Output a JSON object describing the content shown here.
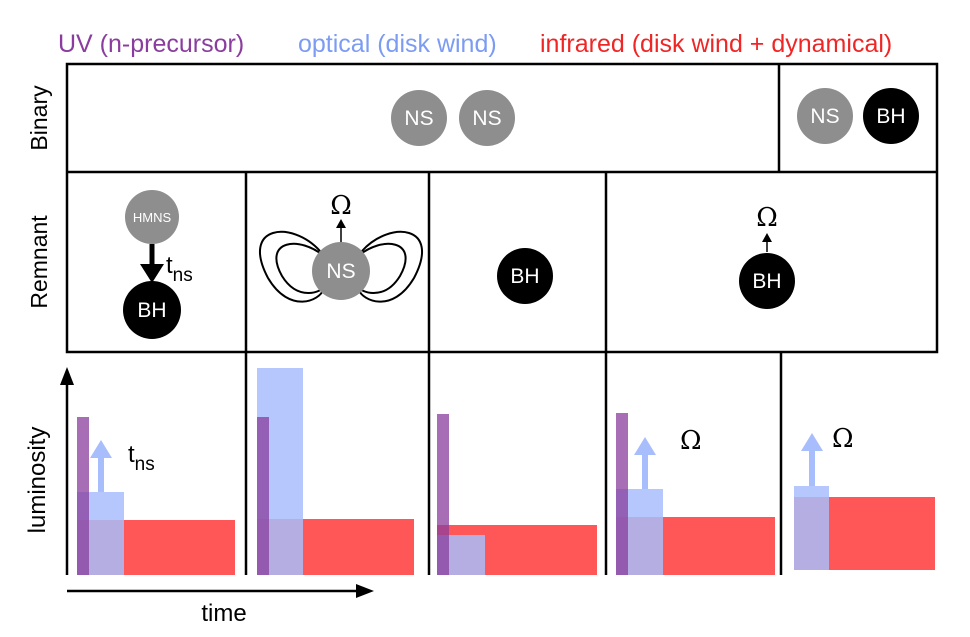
{
  "legend": {
    "uv": "UV (n-precursor)",
    "optical": "optical (disk wind)",
    "infrared": "infrared (disk wind + dynamical)"
  },
  "colors": {
    "uv": "#8a3d9e",
    "optical": "#7c9cf3",
    "infrared": "#ef2626",
    "ns_gray": "#8e8e8e",
    "bh_black": "#000000"
  },
  "rows": {
    "binary": "Binary",
    "remnant": "Remnant"
  },
  "binary": {
    "ns_ns": [
      "NS",
      "NS"
    ],
    "ns_bh": [
      "NS",
      "BH"
    ]
  },
  "remnants": {
    "hmns": "HMNS",
    "hmns_collapse": "BH",
    "t_main": "t",
    "t_sub": "ns",
    "magnetar": "NS",
    "magnetar_omega": "Ω",
    "bh_plain": "BH",
    "bh_spin": "BH",
    "bh_spin_omega": "Ω"
  },
  "axes": {
    "ylabel": "luminosity",
    "xlabel": "time"
  },
  "panels": {
    "p1_t_main": "t",
    "p1_t_sub": "ns",
    "p4_omega": "Ω",
    "p5_omega": "Ω"
  },
  "chart_data": [
    {
      "type": "bar",
      "panel": "HMNS → BH",
      "series": [
        {
          "name": "UV (n-precursor)",
          "values": [
            1.0
          ]
        },
        {
          "name": "optical (disk wind)",
          "values": [
            0.5
          ]
        },
        {
          "name": "infrared (disk wind + dynamical)",
          "values": [
            0.34
          ]
        }
      ]
    },
    {
      "type": "bar",
      "panel": "NS (magnetar)",
      "series": [
        {
          "name": "UV (n-precursor)",
          "values": [
            1.0
          ]
        },
        {
          "name": "optical (disk wind)",
          "values": [
            1.38
          ]
        },
        {
          "name": "infrared (disk wind + dynamical)",
          "values": [
            0.35
          ]
        }
      ]
    },
    {
      "type": "bar",
      "panel": "BH",
      "series": [
        {
          "name": "UV (n-precursor)",
          "values": [
            1.0
          ]
        },
        {
          "name": "optical (disk wind)",
          "values": [
            0.25
          ]
        },
        {
          "name": "infrared (disk wind + dynamical)",
          "values": [
            0.32
          ]
        }
      ]
    },
    {
      "type": "bar",
      "panel": "spinning BH",
      "series": [
        {
          "name": "UV (n-precursor)",
          "values": [
            1.0
          ]
        },
        {
          "name": "optical (disk wind)",
          "values": [
            0.53
          ]
        },
        {
          "name": "infrared (disk wind + dynamical)",
          "values": [
            0.36
          ]
        }
      ]
    },
    {
      "type": "bar",
      "panel": "NS–BH",
      "series": [
        {
          "name": "optical (disk wind)",
          "values": [
            0.53
          ]
        },
        {
          "name": "infrared (disk wind + dynamical)",
          "values": [
            0.45
          ]
        }
      ]
    }
  ]
}
